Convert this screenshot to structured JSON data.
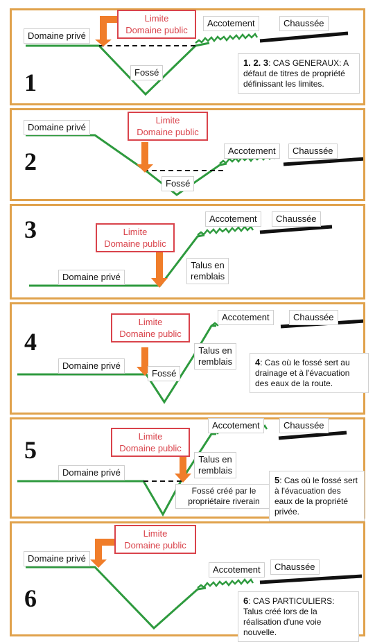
{
  "labels": {
    "domaine_prive": "Domaine privé",
    "limite_line1": "Limite",
    "limite_line2": "Domaine public",
    "fosse": "Fossé",
    "accotement": "Accotement",
    "chaussee": "Chaussée",
    "talus_line1": "Talus en",
    "talus_line2": "remblais"
  },
  "panels": [
    {
      "number": "1",
      "note": {
        "lead": "1. 2. 3",
        "text": ": CAS GENERAUX: A défaut de titres de propriété définissant les limites."
      }
    },
    {
      "number": "2"
    },
    {
      "number": "3"
    },
    {
      "number": "4",
      "note": {
        "lead": "4",
        "text": ": Cas où le fossé sert au drainage et à l'évacuation des eaux de la route."
      }
    },
    {
      "number": "5",
      "fosse_riverain": "Fossé créé par le propriétaire riverain",
      "note": {
        "lead": "5",
        "text": ": Cas où le fossé sert à l'évacuation des eaux de la propriété privée."
      }
    },
    {
      "number": "6",
      "note": {
        "lead": "6",
        "text": ": CAS PARTICULIERS: Talus créé lors de la réalisation d'une voie nouvelle."
      }
    }
  ],
  "colors": {
    "ground": "#2e9a3e",
    "road": "#111111",
    "limit": "#d9434b",
    "arrow": "#f07d2a",
    "frame": "#e0a24c"
  }
}
